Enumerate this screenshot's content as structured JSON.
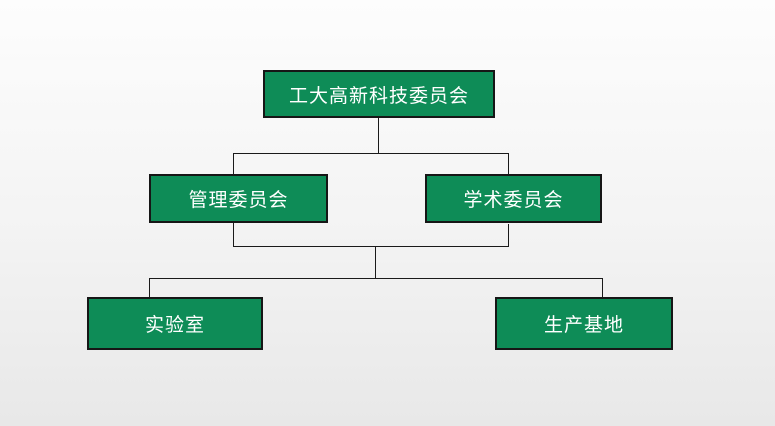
{
  "diagram": {
    "type": "org-chart",
    "title": "",
    "nodes": [
      {
        "id": "root",
        "label": "工大高新科技委员会",
        "level": 1
      },
      {
        "id": "mgmt",
        "label": "管理委员会",
        "level": 2
      },
      {
        "id": "acad",
        "label": "学术委员会",
        "level": 2
      },
      {
        "id": "lab",
        "label": "实验室",
        "level": 3
      },
      {
        "id": "prod",
        "label": "生产基地",
        "level": 3
      }
    ],
    "edges": [
      {
        "from": "root",
        "to": [
          "mgmt",
          "acad"
        ]
      },
      {
        "from": [
          "mgmt",
          "acad"
        ],
        "to": [
          "lab",
          "prod"
        ]
      }
    ],
    "colors": {
      "node_fill": "#0E8C57",
      "node_border": "#161616",
      "node_text": "#FFFFFF",
      "connector": "#1A1A1A",
      "background_top": "#FDFDFD",
      "background_bottom": "#E8E8E8"
    }
  }
}
